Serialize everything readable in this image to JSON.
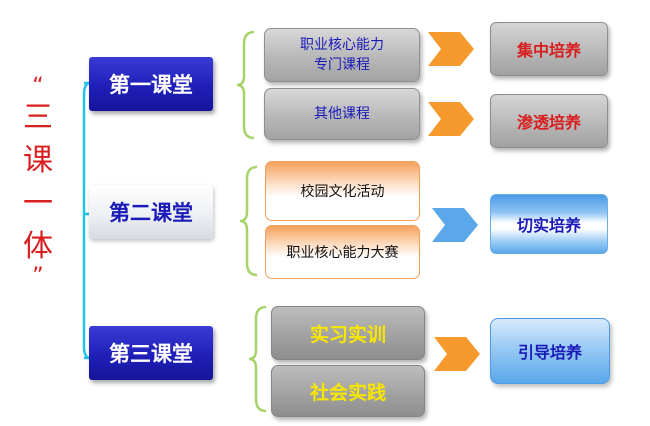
{
  "title": {
    "open_quote": "“",
    "chars": [
      "三",
      "课",
      "一",
      "体"
    ],
    "close_quote": "”"
  },
  "classes": [
    {
      "label": "第一课堂"
    },
    {
      "label": "第二课堂"
    },
    {
      "label": "第三课堂"
    }
  ],
  "first": {
    "item1_line1": "职业核心能力",
    "item1_line2": "专门课程",
    "item2": "其他课程",
    "result1": "集中培养",
    "result2": "渗透培养"
  },
  "second": {
    "item1": "校园文化活动",
    "item2": "职业核心能力大赛",
    "result": "切实培养"
  },
  "third": {
    "item1": "实习实训",
    "item2": "社会实践",
    "result": "引导培养"
  },
  "colors": {
    "title_red": "#d81e1e",
    "navy": "#1f1fb8",
    "bracket_cyan": "#22c3e6",
    "brace_green": "#a6d36a",
    "arrow_orange": "#f79a2e",
    "arrow_blue": "#5aa7ea"
  }
}
